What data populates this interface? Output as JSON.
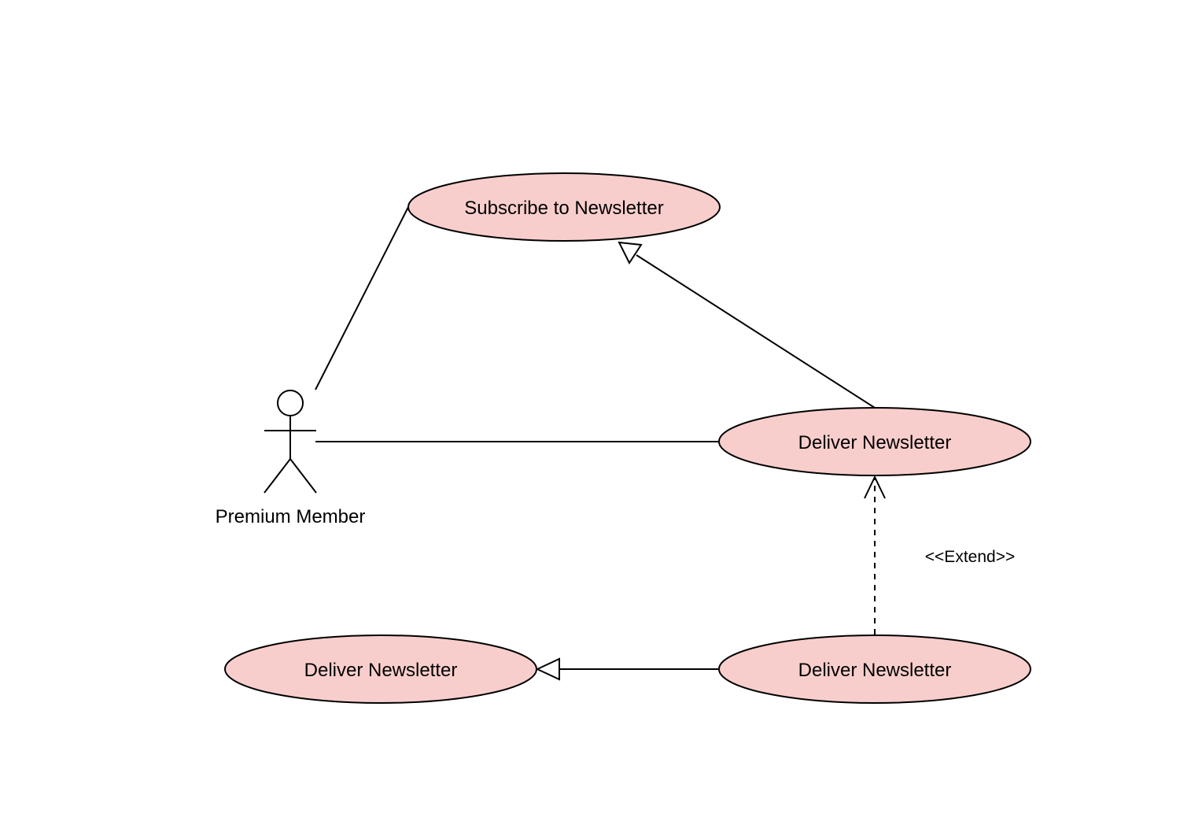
{
  "colors": {
    "use_case_fill": "#f8cecc",
    "stroke": "#000000",
    "background": "#ffffff"
  },
  "actor": {
    "label": "Premium Member",
    "icon": "stick-figure-icon"
  },
  "use_cases": {
    "subscribe": {
      "label": "Subscribe to Newsletter"
    },
    "deliver_main": {
      "label": "Deliver Newsletter"
    },
    "deliver_left": {
      "label": "Deliver Newsletter"
    },
    "deliver_bottom": {
      "label": "Deliver Newsletter"
    }
  },
  "relationships": {
    "extend_label": "<<Extend>>"
  }
}
